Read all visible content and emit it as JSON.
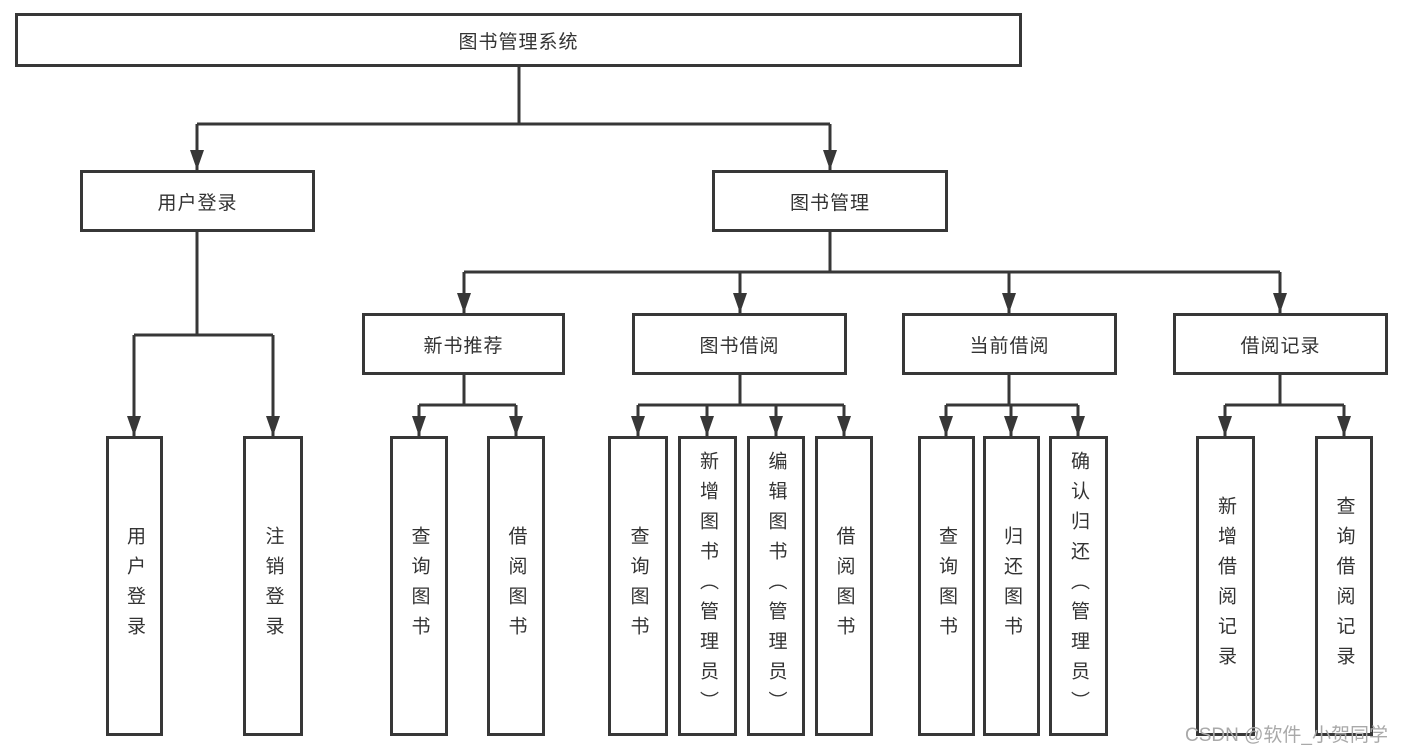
{
  "diagram": {
    "title": "图书管理系统",
    "branches": [
      {
        "label": "用户登录",
        "leaves": [
          "用户登录",
          "注销登录"
        ]
      },
      {
        "label": "图书管理",
        "children": [
          {
            "label": "新书推荐",
            "leaves": [
              "查询图书",
              "借阅图书"
            ]
          },
          {
            "label": "图书借阅",
            "leaves": [
              "查询图书",
              "新增图书（管理员）",
              "编辑图书（管理员）",
              "借阅图书"
            ]
          },
          {
            "label": "当前借阅",
            "leaves": [
              "查询图书",
              "归还图书",
              "确认归还（管理员）"
            ]
          },
          {
            "label": "借阅记录",
            "leaves": [
              "新增借阅记录",
              "查询借阅记录"
            ]
          }
        ]
      }
    ],
    "watermark": "CSDN @软件_小贺同学",
    "colors": {
      "line": "#373737",
      "box_background": "#ffffff",
      "text": "#333333",
      "watermark": "#a9a9a9",
      "page_background": "#ffffff"
    }
  }
}
